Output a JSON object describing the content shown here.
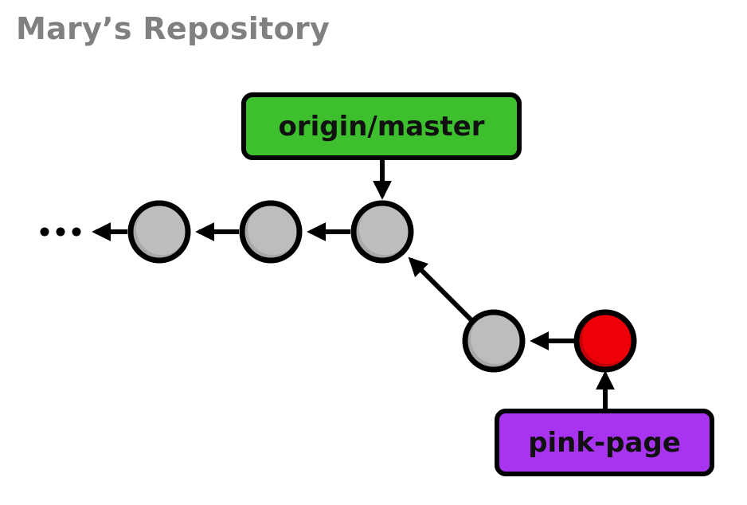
{
  "title": "Mary’s Repository",
  "colors": {
    "commit_fill": "#bdbdbd",
    "commit_shade": "#a8a8a8",
    "head_commit_fill": "#ee0009",
    "head_commit_shade": "#c2000a",
    "outline": "#000000",
    "origin_master_fill": "#3dbf2e",
    "pink_page_fill": "#a834f0",
    "title_color": "#808080"
  },
  "diagram": {
    "ellipsis": "...",
    "commits": [
      {
        "id": "c1",
        "kind": "history"
      },
      {
        "id": "c2",
        "kind": "history"
      },
      {
        "id": "c3",
        "kind": "history"
      },
      {
        "id": "c4",
        "kind": "history"
      },
      {
        "id": "c5",
        "kind": "head"
      }
    ],
    "edges": [
      {
        "from": "c2",
        "to": "c1"
      },
      {
        "from": "c3",
        "to": "c2"
      },
      {
        "from": "c4",
        "to": "c3"
      },
      {
        "from": "c5",
        "to": "c4"
      },
      {
        "from": "c1",
        "to": "ellipsis"
      }
    ],
    "branches": [
      {
        "id": "origin-master",
        "label": "origin/master",
        "points_to": "c3"
      },
      {
        "id": "pink-page",
        "label": "pink-page",
        "points_to": "c5"
      }
    ]
  }
}
